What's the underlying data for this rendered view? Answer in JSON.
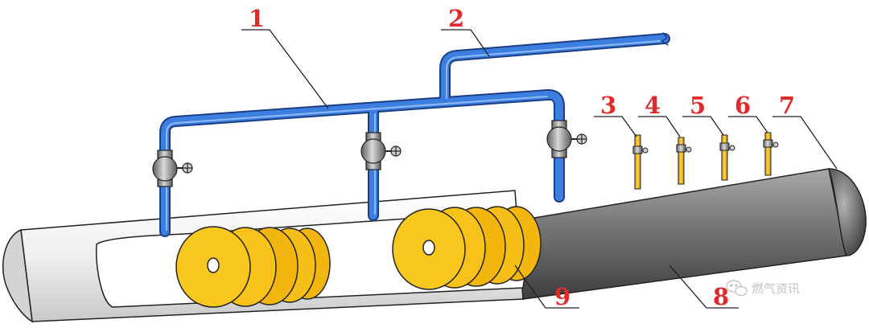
{
  "diagram": {
    "callouts": [
      {
        "id": "1",
        "label": "1"
      },
      {
        "id": "2",
        "label": "2"
      },
      {
        "id": "3",
        "label": "3"
      },
      {
        "id": "4",
        "label": "4"
      },
      {
        "id": "5",
        "label": "5"
      },
      {
        "id": "6",
        "label": "6"
      },
      {
        "id": "7",
        "label": "7"
      },
      {
        "id": "8",
        "label": "8"
      },
      {
        "id": "9",
        "label": "9"
      }
    ]
  },
  "watermark": {
    "text": "燃气资讯",
    "icon": "wechat-icon"
  },
  "colors": {
    "pipe_blue": "#3d7fe0",
    "main_pipe_light": "#f3f3f3",
    "main_pipe_dark": "#6f6f6f",
    "disc_yellow": "#f7c21a",
    "callout_red": "#e12a2a",
    "valve_gray": "#9a9a9a",
    "watermark": "#b8b8b8"
  }
}
